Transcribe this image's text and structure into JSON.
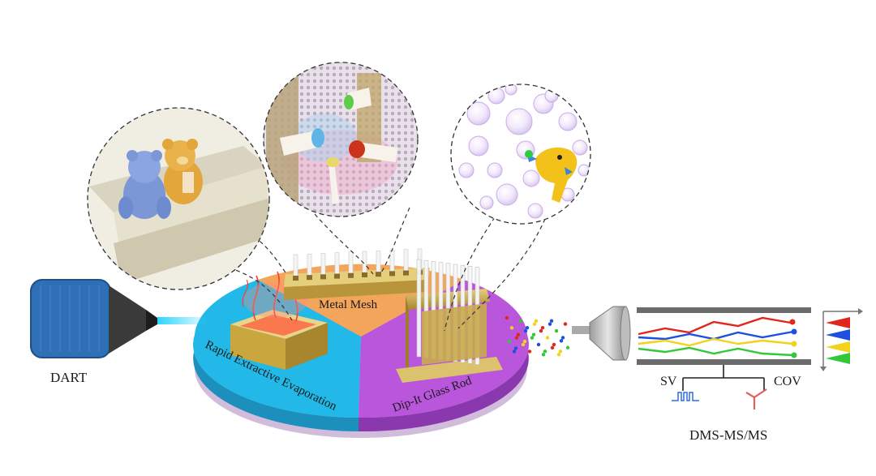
{
  "labels": {
    "dart": "DART",
    "metal_mesh": "Metal Mesh",
    "rapid_evap": "Rapid Extractive Evaporation",
    "dip_it": "Dip-It  Glass  Rod",
    "sv": "SV",
    "cov": "COV",
    "dms": "DMS-MS/MS"
  },
  "colors": {
    "disk_cyan": "#1fb5e6",
    "disk_purple": "#b552d8",
    "disk_orange": "#f3a25a",
    "dart_blue": "#2f6fb6",
    "gold": "#c7a64b",
    "line_red": "#e0261d",
    "line_blue": "#1d4fe0",
    "line_yellow": "#f2d21b",
    "line_green": "#33c83a",
    "rod_white": "#f4f4f4"
  },
  "icons": [
    "toy-bears-icon",
    "mesh-swab-icon",
    "bubbles-icon",
    "dinosaur-toy-icon",
    "dart-source-icon",
    "ms-inlet-cone-icon",
    "pulse-waveform-icon",
    "flag-peaks-icon"
  ]
}
